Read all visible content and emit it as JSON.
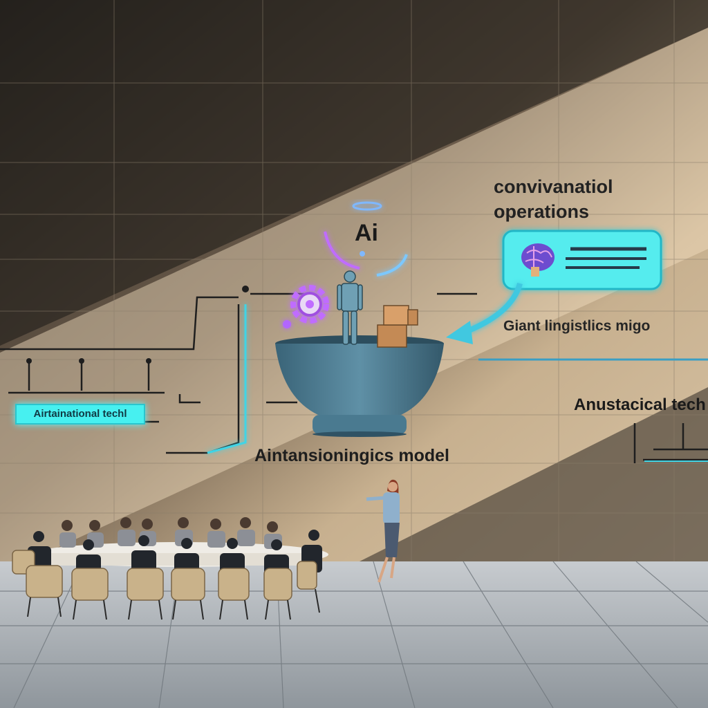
{
  "scene": {
    "labels": {
      "heading_line1": "convivanatiol",
      "heading_line2": "operations",
      "ai": "Ai",
      "giant": "Giant lingistlics migo",
      "model": "Aintansioningics model",
      "left_tag": "Airtainational techl",
      "right_tech": "Anustacical tech"
    }
  },
  "colors": {
    "wall": "#cdb89a",
    "wall_shadow": "#3a332c",
    "floor": "#b8bcc0",
    "bowl": "#4f7e94",
    "neon_cyan": "#47f0f0",
    "accent_purple": "#c06cff"
  },
  "icons": [
    "gear-icon",
    "brain-icon",
    "robot-figure",
    "arrow-icon"
  ]
}
